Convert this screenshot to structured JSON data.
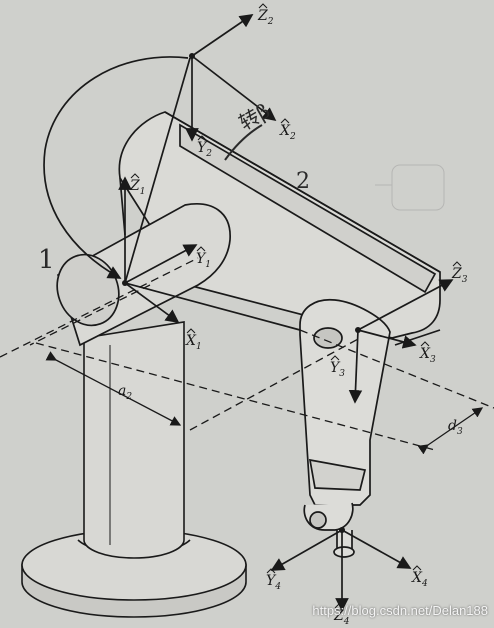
{
  "frames": {
    "f1": {
      "z": "Z",
      "z_sub": "1",
      "y": "Y",
      "y_sub": "1",
      "x": "X",
      "x_sub": "1"
    },
    "f2": {
      "z": "Z",
      "z_sub": "2",
      "y": "Y",
      "y_sub": "2",
      "x": "X",
      "x_sub": "2"
    },
    "f3": {
      "z": "Z",
      "z_sub": "3",
      "y": "Y",
      "y_sub": "3",
      "x": "X",
      "x_sub": "3"
    },
    "f4": {
      "z": "Z",
      "z_sub": "4",
      "y": "Y",
      "y_sub": "4",
      "x": "X",
      "x_sub": "4"
    }
  },
  "dimensions": {
    "a2": "a",
    "a2_sub": "2",
    "d3": "d",
    "d3_sub": "3"
  },
  "handwritten": {
    "link1": "1",
    "link2": "2",
    "note": "转β"
  },
  "watermark": "https://blog.csdn.net/Delan188",
  "colors": {
    "ink": "#1a1a1a",
    "paper": "#cfd0cc"
  }
}
